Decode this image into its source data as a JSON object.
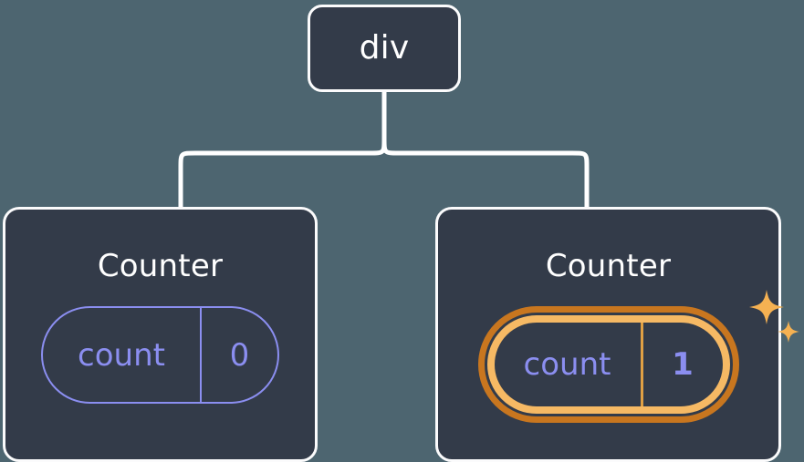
{
  "diagram": {
    "title": "React component tree with highlighted state",
    "background_color": "#4d6570",
    "node_fill_color": "#333b49",
    "node_border_color": "#fbfbfc",
    "connector_color": "#ffffff",
    "state_accent_color": "#8b8ef0",
    "highlight_outer_color": "#c8761f",
    "highlight_inner_color": "#f6b964",
    "sparkle_color": "#f5b152"
  },
  "root": {
    "label": "div"
  },
  "children": [
    {
      "label": "Counter",
      "state": {
        "key": "count",
        "value": "0"
      },
      "highlighted": false
    },
    {
      "label": "Counter",
      "state": {
        "key": "count",
        "value": "1"
      },
      "highlighted": true,
      "sparkle_icons": [
        "sparkle-large-icon",
        "sparkle-small-icon"
      ]
    }
  ]
}
